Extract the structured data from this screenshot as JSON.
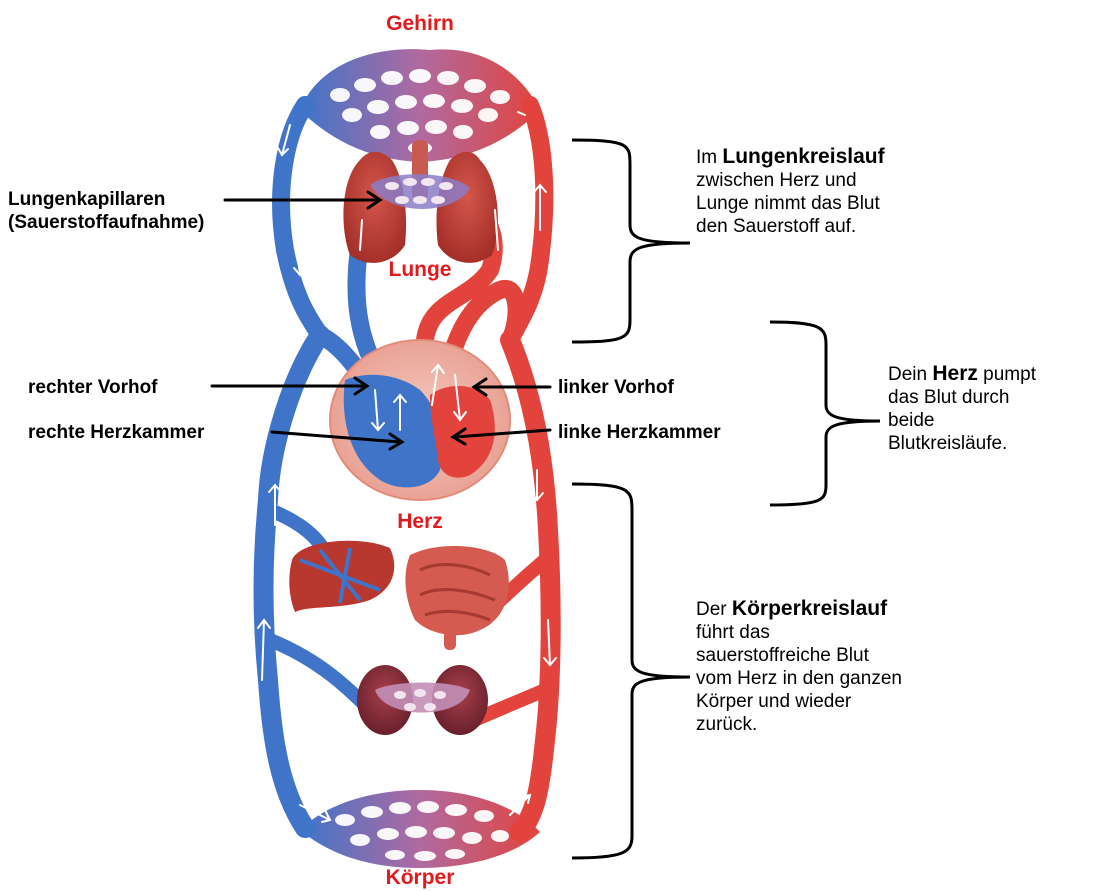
{
  "labels": {
    "gehirn": "Gehirn",
    "lunge": "Lunge",
    "herz": "Herz",
    "koerper": "Körper",
    "lungenkapillaren_1": "Lungenkapillaren",
    "lungenkapillaren_2": "(Sauerstoffaufnahme)",
    "rechter_vorhof": "rechter Vorhof",
    "rechte_herzkammer": "rechte Herzkammer",
    "linker_vorhof": "linker Vorhof",
    "linke_herzkammer": "linke Herzkammer"
  },
  "descriptions": {
    "lungenkreislauf": {
      "pre": "Im ",
      "bold": "Lungenkreislauf",
      "lines": [
        "zwischen Herz und",
        "Lunge nimmt das Blut",
        "den Sauerstoff auf."
      ]
    },
    "herz": {
      "pre": "Dein ",
      "bold": "Herz",
      "post": " pumpt",
      "lines": [
        "das Blut durch",
        "beide",
        "Blutkreisläufe."
      ]
    },
    "koerperkreislauf": {
      "pre": "Der ",
      "bold": "Körperkreislauf",
      "lines": [
        "führt das",
        "sauerstoffreiche Blut",
        "vom Herz in den ganzen",
        "Körper und wieder",
        "zurück."
      ]
    }
  },
  "colors": {
    "label_red": "#e3191c",
    "vein_blue": "#3f74c9",
    "artery_red": "#e2443d",
    "organ_red": "#b8372f"
  }
}
